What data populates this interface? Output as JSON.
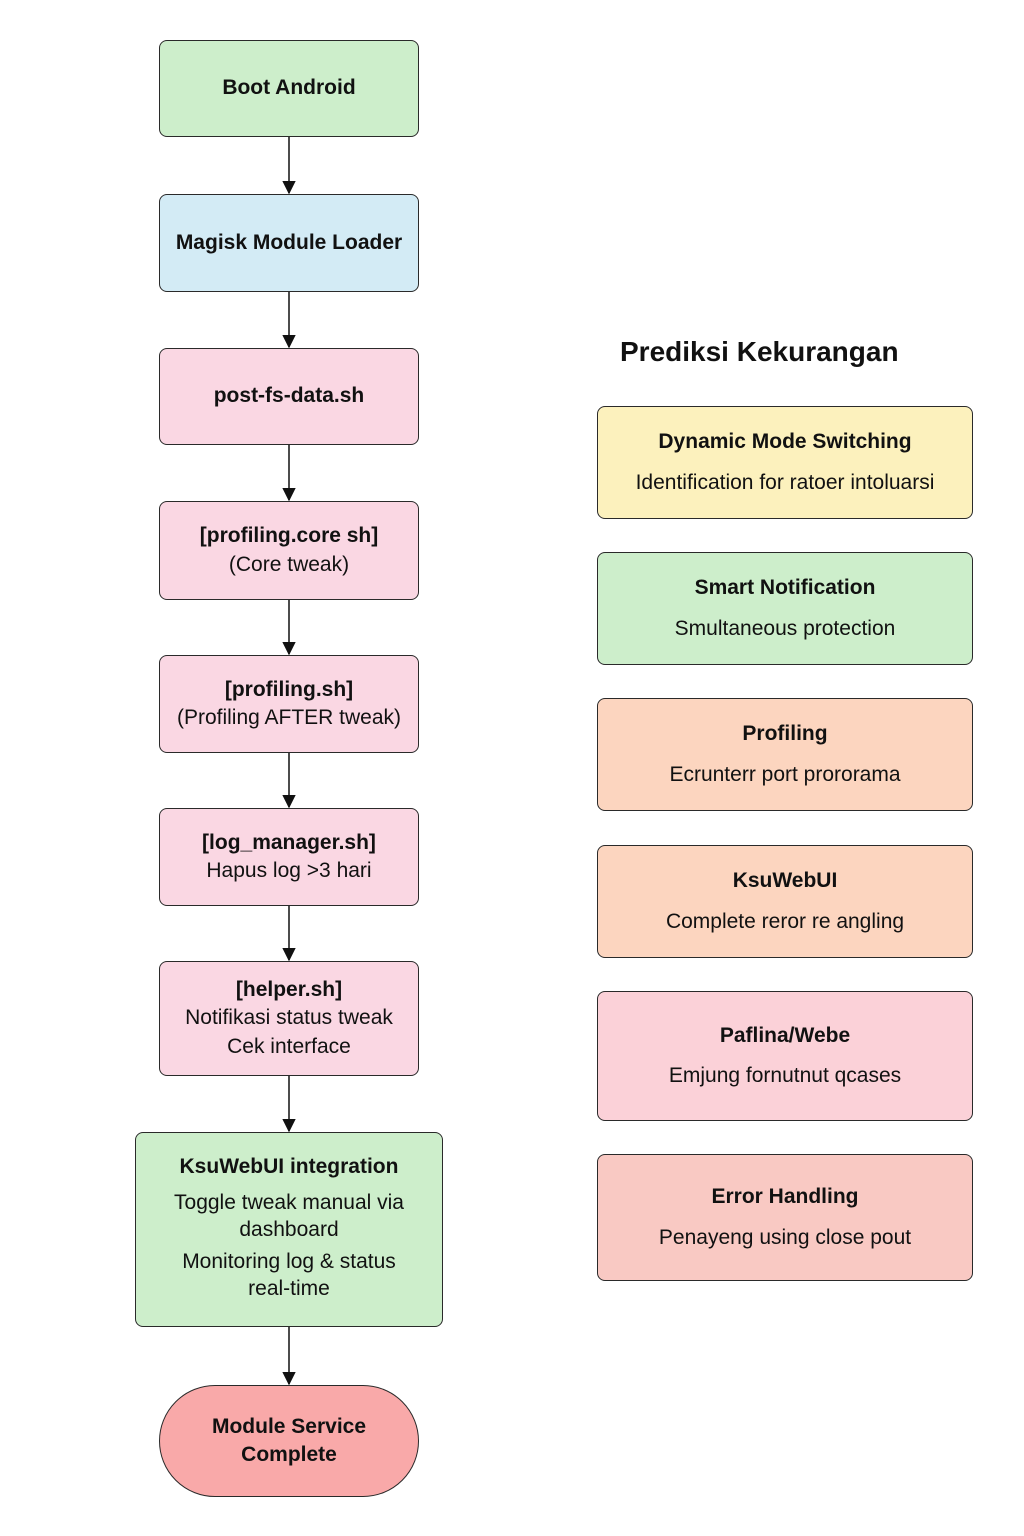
{
  "flow": {
    "boot": {
      "title": "Boot Android"
    },
    "loader": {
      "title": "Magisk Module Loader"
    },
    "postfs": {
      "title": "post-fs-data.sh"
    },
    "core": {
      "title": "[profiling.core sh]",
      "desc": "(Core tweak)"
    },
    "profiling": {
      "title": "[profiling.sh]",
      "desc": "(Profiling AFTER tweak)"
    },
    "log_manager": {
      "title": "[log_manager.sh]",
      "desc": "Hapus log >3 hari"
    },
    "helper": {
      "title": "[helper.sh]",
      "desc_1": "Notifikasi status tweak",
      "desc_2": "Cek interface"
    },
    "ksuwebui": {
      "title": "KsuWebUI integration",
      "desc_1": "Toggle tweak manual via dashboard",
      "desc_2": "Monitoring log & status real-time"
    },
    "complete": {
      "title_1": "Module Service",
      "title_2": "Complete"
    }
  },
  "sidebar": {
    "title": "Prediksi Kekurangan",
    "items": [
      {
        "title": "Dynamic Mode Switching",
        "desc": "Identification for ratoer intoluarsi",
        "color": "#fcf1bd"
      },
      {
        "title": "Smart Notification",
        "desc": "Smultaneous protection",
        "color": "#cdeecb"
      },
      {
        "title": "Profiling",
        "desc": "Ecrunterr port prororama",
        "color": "#fcd5bf"
      },
      {
        "title": "KsuWebUI",
        "desc": "Complete reror re angling",
        "color": "#fcd5bf"
      },
      {
        "title": "Paflina/Webe",
        "desc": "Emjung fornutnut qcases",
        "color": "#fbd1d8"
      },
      {
        "title": "Error Handling",
        "desc": "Penayeng using close pout",
        "color": "#f9c9c3"
      }
    ]
  },
  "colors": {
    "start": "#cdeecb",
    "loader": "#d3ebf5",
    "script": "#fad7e3",
    "integration": "#cdeecb",
    "end": "#f9a9a9",
    "stroke": "#2a2a2a"
  }
}
